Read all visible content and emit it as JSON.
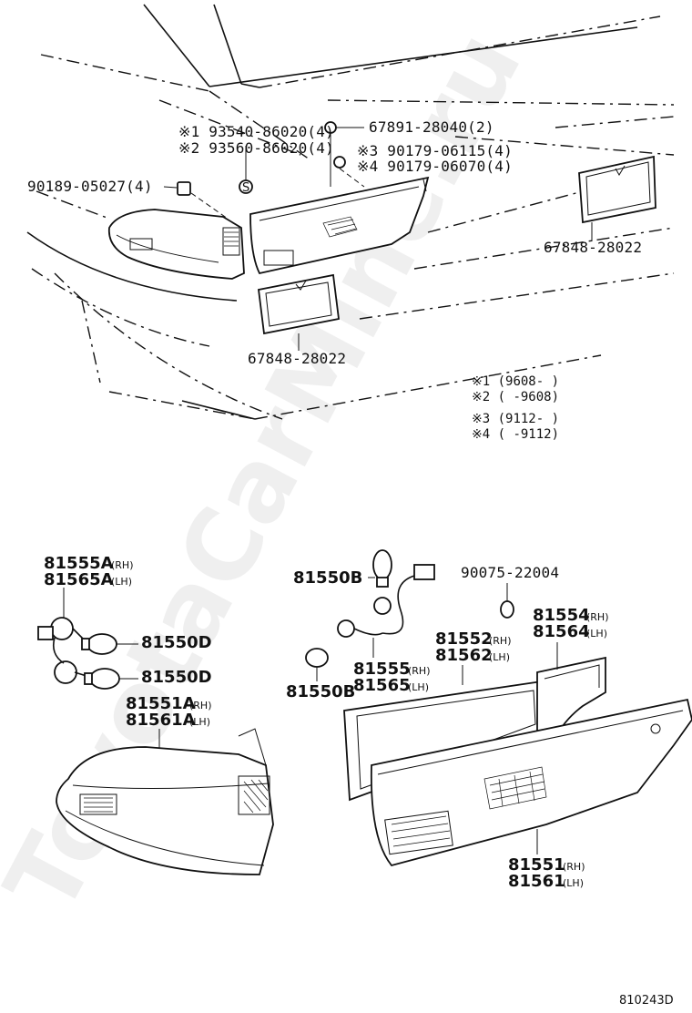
{
  "watermark": "ToyotaCarMine.ru",
  "diagram_code": "810243D",
  "callouts": {
    "p93540": "※1 93540-86020(4)",
    "p93560": "※2 93560-86020(4)",
    "p67891": "67891-28040(2)",
    "p90179a": "※3 90179-06115(4)",
    "p90179b": "※4 90179-06070(4)",
    "p90189": "90189-05027(4)",
    "p67848_right": "67848-28022",
    "p67848_mid": "67848-28022",
    "p81555A": "81555A",
    "p81565A": "81565A",
    "p81550D_1": "81550D",
    "p81550D_2": "81550D",
    "p81551A": "81551A",
    "p81561A": "81561A",
    "p81550B_top": "81550B",
    "p90075": "90075-22004",
    "p81554": "81554",
    "p81564": "81564",
    "p81552": "81552",
    "p81562": "81562",
    "p81555": "81555",
    "p81565": "81565",
    "p81550B_bottom": "81550B",
    "p81551": "81551",
    "p81561": "81561"
  },
  "sides": {
    "rh": "(RH)",
    "lh": "(LH)"
  },
  "notes": [
    "※1 (9608-      )",
    "※2 (      -9608)",
    "※3 (9112-      )",
    "※4 (      -9112)"
  ]
}
